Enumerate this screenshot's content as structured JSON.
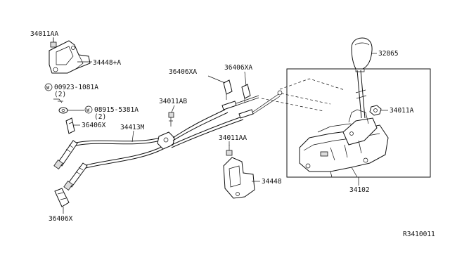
{
  "diagram": {
    "labels": {
      "p34011AA_top": "34011AA",
      "p34448A": "34448+A",
      "p00923": "00923-1081A",
      "p00923_qty": "(2)",
      "p08915": "08915-5381A",
      "p08915_qty": "(2)",
      "p36406X_upper": "36406X",
      "p36406X_lower": "36406X",
      "p34413M": "34413M",
      "p34011AB": "34011AB",
      "p36406XA_left": "36406XA",
      "p36406XA_right": "36406XA",
      "p34011AA_mid": "34011AA",
      "p34448": "34448",
      "p32865": "32865",
      "p34011A": "34011A",
      "p34102": "34102",
      "ref_code": "R3410011"
    },
    "markers": {
      "washer_symbol": "W"
    }
  }
}
